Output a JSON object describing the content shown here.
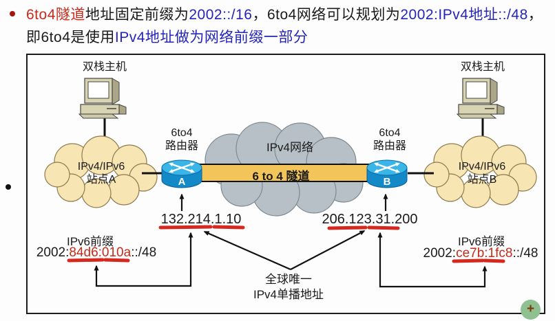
{
  "colors": {
    "red": "#c62a1a",
    "blue": "#2424bb",
    "black": "#1a1a1a",
    "underline_red": "#d5281e",
    "tunnel_yellow": "#f3c459",
    "cloud_beige": "#f8e5b4",
    "cloud_beige_stroke": "#8d7b4e",
    "cloud_gray": "#b7c0c6",
    "cloud_gray_stroke": "#7d8990",
    "router_body": "#1489c8",
    "router_top": "#3ab5e8",
    "green_button": "#8fc08f"
  },
  "header": {
    "bullet": "•",
    "lines": [
      {
        "segments": [
          {
            "text": "6to4隧道",
            "color": "red"
          },
          {
            "text": "地址固定前缀为",
            "color": "black"
          },
          {
            "text": "2002::/16",
            "color": "blue"
          },
          {
            "text": "，6to4网络可以规划为",
            "color": "black"
          },
          {
            "text": "2002:IPv4地址::/48",
            "color": "blue"
          },
          {
            "text": "，",
            "color": "black"
          }
        ]
      },
      {
        "segments": [
          {
            "text": "即6to4是使用",
            "color": "black"
          },
          {
            "text": "IPv4地址做为网络前缀一部分",
            "color": "blue"
          }
        ]
      }
    ]
  },
  "diagram": {
    "host_a_label": "双栈主机",
    "host_b_label": "双栈主机",
    "router_a_label": "6to4\n路由器",
    "router_b_label": "6to4\n路由器",
    "router_a_letter": "A",
    "router_b_letter": "B",
    "site_a_label": "IPv4/IPv6\n站点A",
    "site_b_label": "IPv4/IPv6\n站点B",
    "ipv4_network_label": "IPv4网络",
    "tunnel_label": "6 to 4 隧道",
    "router_a_ipv4": "132.214.1.10",
    "router_b_ipv4": "206.123.31.200",
    "prefix_a_title": "IPv6前缀",
    "prefix_b_title": "IPv6前缀",
    "prefix_a_value": [
      {
        "text": "2002:",
        "color": "black"
      },
      {
        "text": "84d6:010a",
        "color": "red"
      },
      {
        "text": "::/48",
        "color": "black"
      }
    ],
    "prefix_b_value": [
      {
        "text": "2002:",
        "color": "black"
      },
      {
        "text": "ce7b:1fc8",
        "color": "red"
      },
      {
        "text": "::/48",
        "color": "black"
      }
    ],
    "unicast_note": "全球唯一\nIPv4单播地址",
    "plus_button_label": "+"
  }
}
